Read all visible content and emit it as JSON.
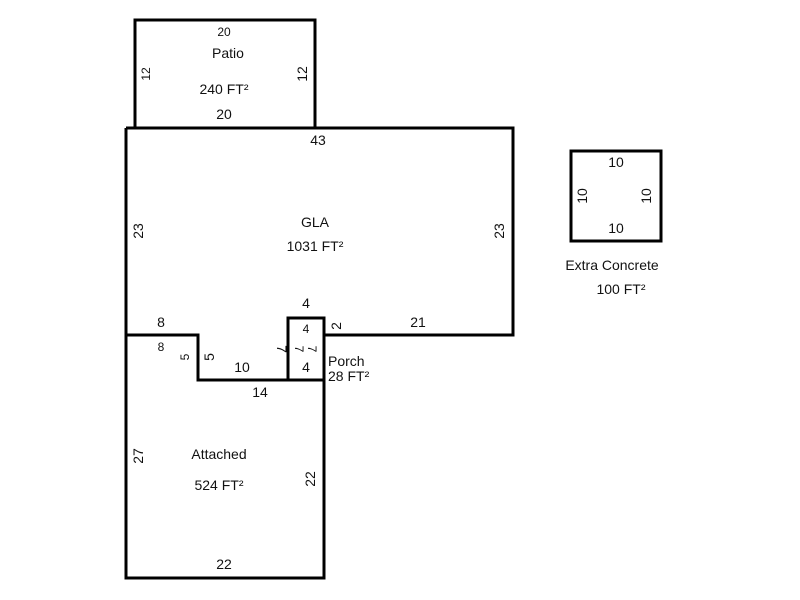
{
  "areas": {
    "patio": {
      "name": "Patio",
      "area": "240 FT²",
      "dims": {
        "top": "20",
        "bottom": "20",
        "left": "12",
        "right": "12"
      }
    },
    "gla": {
      "name": "GLA",
      "area": "1031 FT²",
      "dims": {
        "top": "43",
        "left": "23",
        "right": "23",
        "bottom_right": "21",
        "notch_left_top": "8",
        "notch_left_side": "5",
        "notch_bottom": "10",
        "notch_side": "7",
        "porch_top": "4",
        "porch_side": "2"
      }
    },
    "porch": {
      "name": "Porch",
      "area": "28 FT²",
      "dims": {
        "top": "4",
        "bottom": "4",
        "left": "7",
        "right": "7"
      }
    },
    "attached": {
      "name": "Attached",
      "area": "524 FT²",
      "dims": {
        "top": "8",
        "step": "5",
        "top_bottom": "14",
        "left": "27",
        "right": "22",
        "bottom": "22"
      }
    },
    "extra_concrete": {
      "name": "Extra Concrete",
      "area": "100 FT²",
      "dims": {
        "top": "10",
        "bottom": "10",
        "left": "10",
        "right": "10"
      }
    }
  }
}
